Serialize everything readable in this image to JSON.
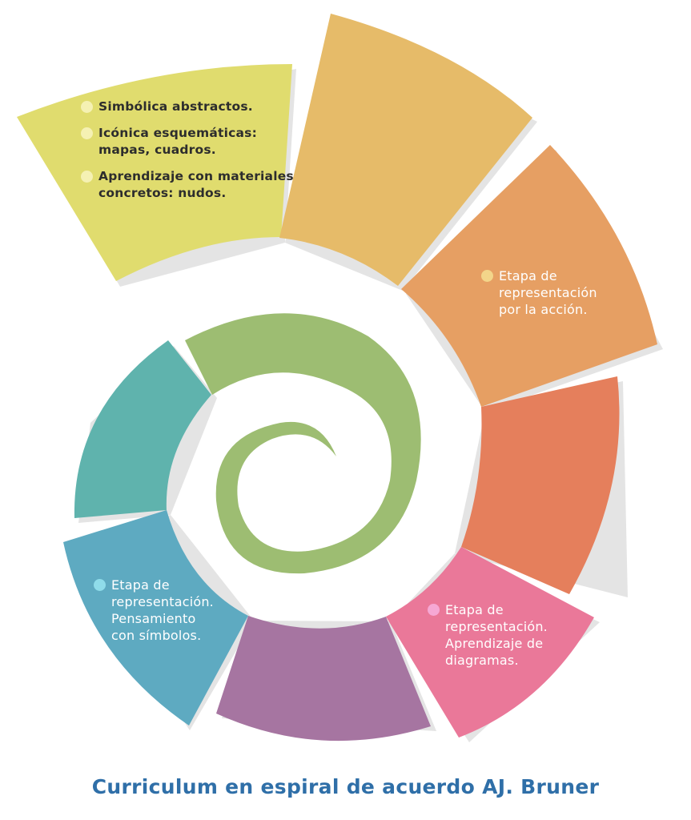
{
  "diagram": {
    "title": "Curriculum en espiral de acuerdo AJ. Bruner",
    "segments": [
      {
        "id": "seg-yellow",
        "color": "#e0dc6e"
      },
      {
        "id": "seg-gold",
        "color": "#e6bb69"
      },
      {
        "id": "seg-orange",
        "color": "#e69f63"
      },
      {
        "id": "seg-coral",
        "color": "#e57f5c"
      },
      {
        "id": "seg-pink",
        "color": "#ea7899"
      },
      {
        "id": "seg-purple",
        "color": "#a675a1"
      },
      {
        "id": "seg-blue",
        "color": "#5eaac1"
      },
      {
        "id": "seg-teal",
        "color": "#5fb3ad"
      },
      {
        "id": "seg-green",
        "color": "#9dbd72"
      }
    ],
    "labels": {
      "yellow_list": [
        {
          "lines": [
            "Simbólica abstractos."
          ],
          "dot_color": "#f5f1b3"
        },
        {
          "lines": [
            "Icónica esquemáticas:",
            "mapas, cuadros."
          ],
          "dot_color": "#f5f1b3"
        },
        {
          "lines": [
            "Aprendizaje con materiales",
            "concretos: nudos."
          ],
          "dot_color": "#f5f1b3"
        }
      ],
      "orange": {
        "lines": [
          "Etapa de",
          "representación",
          "por la acción."
        ],
        "dot_color": "#f3d58a"
      },
      "pink": {
        "lines": [
          "Etapa de",
          "representación.",
          "Aprendizaje de",
          "diagramas."
        ],
        "dot_color": "#f6a8d4"
      },
      "blue": {
        "lines": [
          "Etapa de",
          "representación.",
          "Pensamiento",
          "con símbolos."
        ],
        "dot_color": "#8fdcea"
      }
    }
  }
}
